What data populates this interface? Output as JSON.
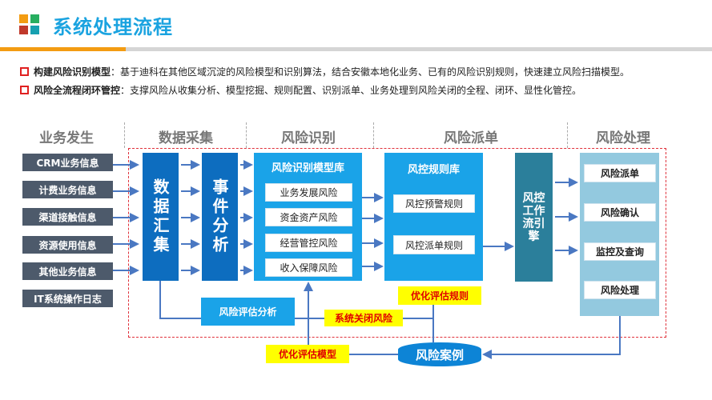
{
  "header": {
    "title": "系统处理流程",
    "icon_colors": [
      "#f39c12",
      "#27ae60",
      "#c0392b",
      "#16a0b0"
    ],
    "accent": "#f39c12"
  },
  "bullets": [
    {
      "label": "构建风险识别模型",
      "text": "：基于迪科在其他区域沉淀的风险模型和识别算法，结合安徽本地化业务、已有的风险识别规则，快速建立风险扫描模型。"
    },
    {
      "label": "风险全流程闭环管控",
      "text": "：支撑风险从收集分析、模型挖掘、规则配置、识别派单、业务处理到风险关闭的全程、闭环、显性化管控。"
    }
  ],
  "stages": [
    "业务发生",
    "数据采集",
    "风险识别",
    "风险派单",
    "风险处理"
  ],
  "sources": [
    "CRM业务信息",
    "计费业务信息",
    "渠道接触信息",
    "资源使用信息",
    "其他业务信息",
    "IT系统操作日志"
  ],
  "collect": {
    "data_gather": "数据汇集",
    "event_analysis": "事件分析"
  },
  "model_lib": {
    "title": "风险识别模型库",
    "items": [
      "业务发展风险",
      "资金资产风险",
      "经营管控风险",
      "收入保障风险"
    ]
  },
  "rule_lib": {
    "title": "风控规则库",
    "items": [
      "风控预警规则",
      "风控派单规则"
    ]
  },
  "engine": "风控工作流引擎",
  "handling": {
    "items": [
      "风险派单",
      "风险确认",
      "监控及查询",
      "风险处理"
    ]
  },
  "feedback": {
    "assess": "风险评估分析",
    "close": "系统关闭风险",
    "opt_rule": "优化评估规则",
    "opt_model": "优化评估模型",
    "cases": "风险案例"
  }
}
